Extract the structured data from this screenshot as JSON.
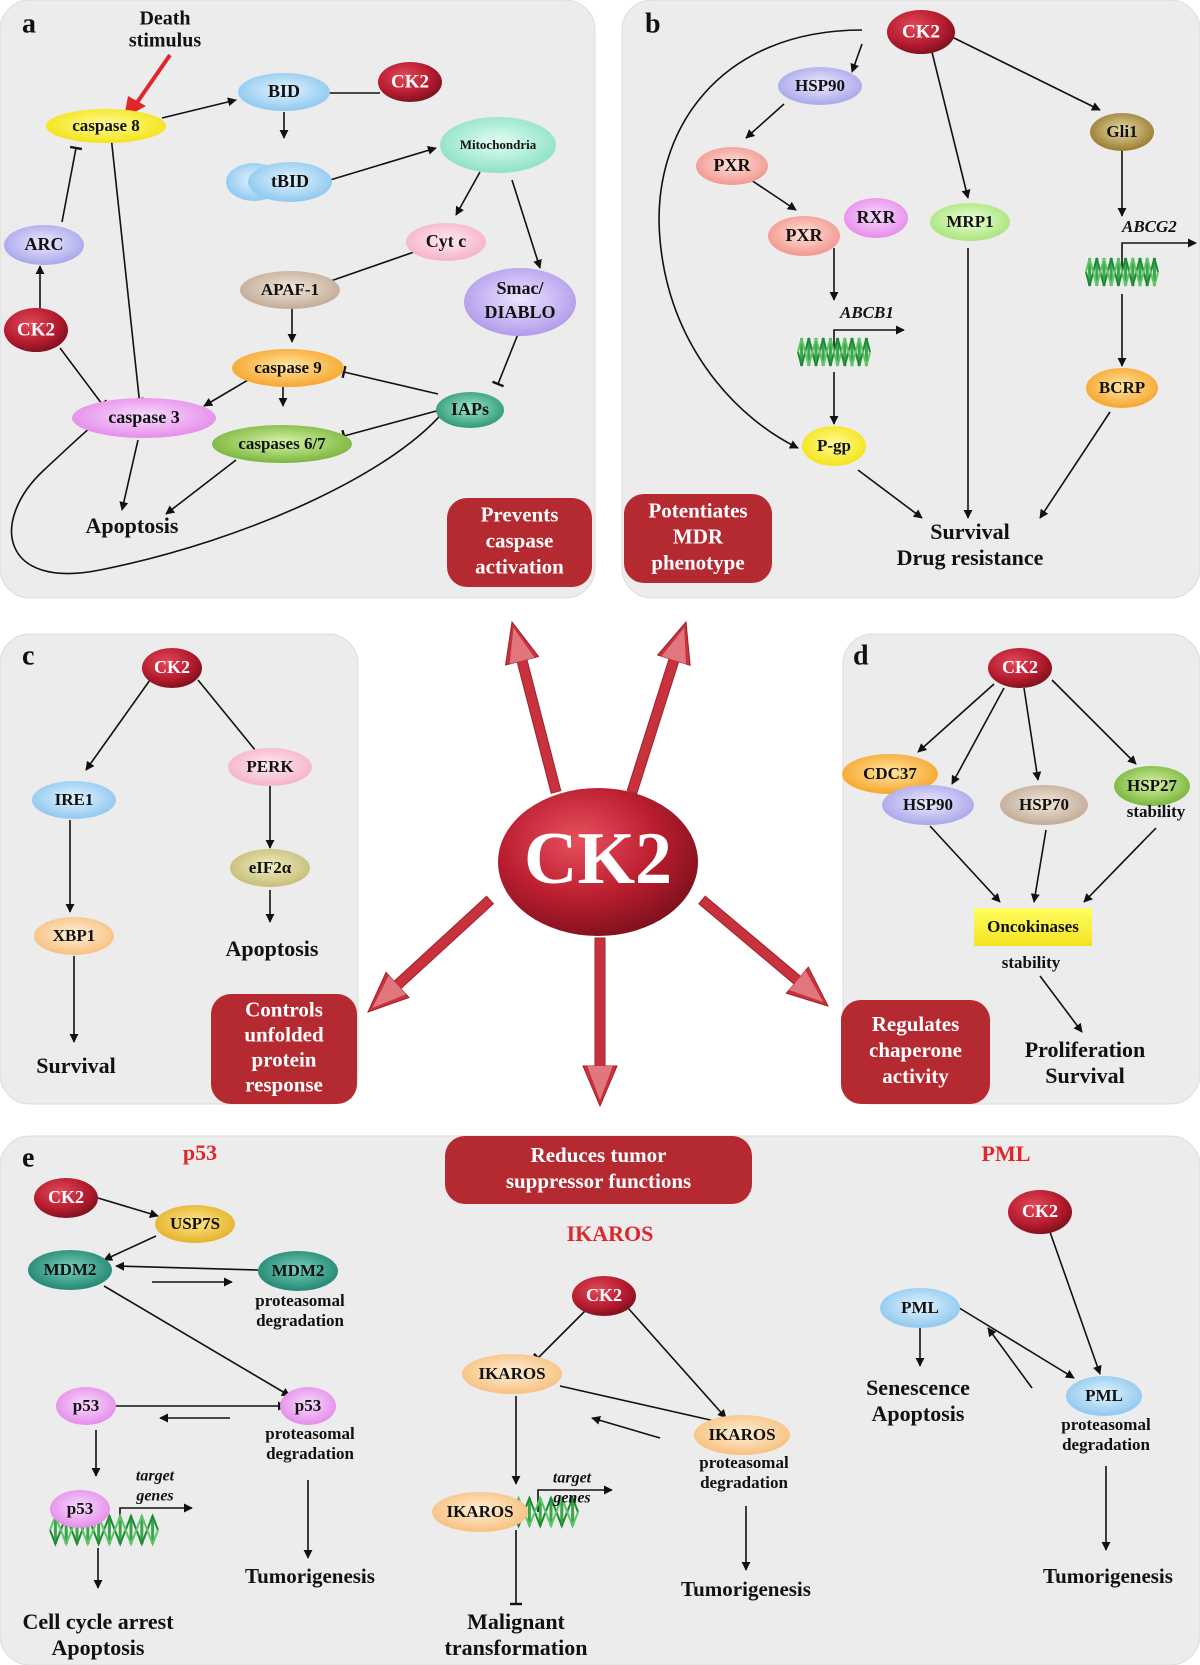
{
  "panels": {
    "a": {
      "letter": "a",
      "death_stimulus": [
        "Death",
        "stimulus"
      ],
      "nodes": {
        "caspase8": "caspase 8",
        "bid": "BID",
        "ck2_top": "CK2",
        "tbid": "tBID",
        "mito": "Mitochondria",
        "cytc": "Cyt c",
        "apaf1": "APAF-1",
        "smac": [
          "Smac/",
          "DIABLO"
        ],
        "arc": "ARC",
        "ck2_left": "CK2",
        "caspase9": "caspase 9",
        "iaps": "IAPs",
        "caspase3": "caspase 3",
        "caspases67": "caspases 6/7",
        "apoptosis": "Apoptosis"
      },
      "function_box": [
        "Prevents",
        "caspase",
        "activation"
      ]
    },
    "b": {
      "letter": "b",
      "nodes": {
        "ck2": "CK2",
        "hsp90": "HSP90",
        "gli1": "Gli1",
        "pxr1": "PXR",
        "pxr2": "PXR",
        "rxr": "RXR",
        "mrp1": "MRP1",
        "abcg2": "ABCG2",
        "abcb1": "ABCB1",
        "bcrp": "BCRP",
        "pgp": "P-gp",
        "outcome": [
          "Survival",
          "Drug resistance"
        ]
      },
      "function_box": [
        "Potentiates",
        "MDR",
        "phenotype"
      ]
    },
    "c": {
      "letter": "c",
      "nodes": {
        "ck2": "CK2",
        "ire1": "IRE1",
        "perk": "PERK",
        "eif2a": "eIF2α",
        "xbp1": "XBP1",
        "apoptosis": "Apoptosis",
        "survival": "Survival"
      },
      "function_box": [
        "Controls",
        "unfolded",
        "protein",
        "response"
      ]
    },
    "d": {
      "letter": "d",
      "nodes": {
        "ck2": "CK2",
        "cdc37": "CDC37",
        "hsp90": "HSP90",
        "hsp70": "HSP70",
        "hsp27": "HSP27",
        "stability1": "stability",
        "oncokinases": "Oncokinases",
        "stability2": "stability",
        "outcome": [
          "Proliferation",
          "Survival"
        ]
      },
      "function_box": [
        "Regulates",
        "chaperone",
        "activity"
      ]
    },
    "e": {
      "letter": "e",
      "function_box": [
        "Reduces tumor",
        "suppressor functions"
      ],
      "p53": {
        "title": "p53",
        "ck2": "CK2",
        "usp7s": "USP7S",
        "mdm2": "MDM2",
        "mdm2_deg": "MDM2",
        "deg_text": [
          "proteasomal",
          "degradation"
        ],
        "p53_a": "p53",
        "p53_b": "p53",
        "p53_c": "p53",
        "deg_text2": [
          "proteasomal",
          "degradation"
        ],
        "target": [
          "target",
          "genes"
        ],
        "tumorigenesis": "Tumorigenesis",
        "outcome": [
          "Cell cycle arrest",
          "Apoptosis"
        ]
      },
      "ikaros": {
        "title": "IKAROS",
        "ck2": "CK2",
        "ikaros_a": "IKAROS",
        "ikaros_b": "IKAROS",
        "ikaros_c": "IKAROS",
        "deg_text": [
          "proteasomal",
          "degradation"
        ],
        "target": [
          "target",
          "genes"
        ],
        "tumorigenesis": "Tumorigenesis",
        "outcome": [
          "Malignant",
          "transformation"
        ]
      },
      "pml": {
        "title": "PML",
        "ck2": "CK2",
        "pml_a": "PML",
        "pml_b": "PML",
        "deg_text": [
          "proteasomal",
          "degradation"
        ],
        "outcome": [
          "Senescence",
          "Apoptosis"
        ],
        "tumorigenesis": "Tumorigenesis"
      }
    }
  },
  "center": {
    "label": "CK2"
  },
  "colors": {
    "ck2": "#b81d30",
    "box": "#b42a30",
    "panel": "#ececec",
    "arrow": "#c8323c",
    "title_red": "#e0262b"
  }
}
